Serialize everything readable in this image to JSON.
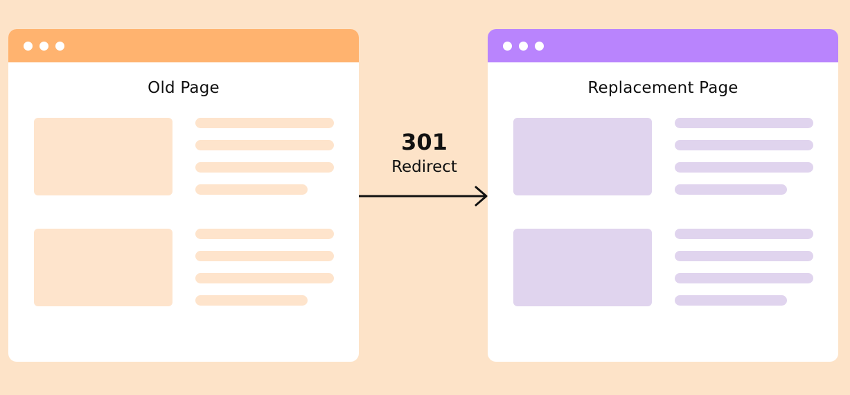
{
  "old_page": {
    "title": "Old Page",
    "accent_color": "#ffb36f",
    "placeholder_color": "#fee4cc"
  },
  "redirect": {
    "code": "301",
    "label": "Redirect",
    "arrow_icon": "right-arrow-icon"
  },
  "new_page": {
    "title": "Replacement Page",
    "accent_color": "#b984fd",
    "placeholder_color": "#e0d4ee"
  }
}
